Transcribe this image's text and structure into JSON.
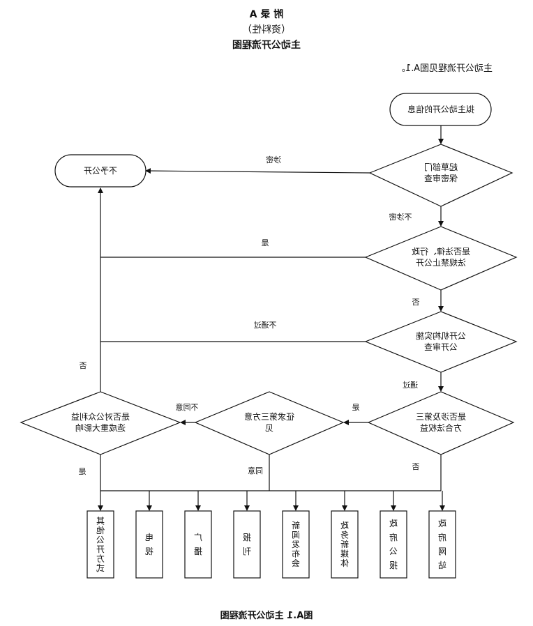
{
  "header": {
    "appendix": "附  录  A",
    "nature": "（资料性）",
    "title": "主动公开流程图"
  },
  "intro": "主动公开流程见图A.1。",
  "nodes": {
    "start": "拟主动公开的信息",
    "no_disclose": "不予公开",
    "confidentiality_review": [
      "起草部门",
      "保密审查"
    ],
    "law_check": [
      "是否法律、行政",
      "法规禁止公开"
    ],
    "implementer_review": [
      "公开机构实施",
      "公开审查"
    ],
    "third_party_check": [
      "是否涉及第三",
      "方合法权益"
    ],
    "seek_opinion": [
      "征求第三方意",
      "见"
    ],
    "public_impact": [
      "是否对公众利益",
      "造成重大影响"
    ]
  },
  "edges": {
    "secret": "涉密",
    "not_secret": "不涉密",
    "yes_law": "是",
    "no_law": "否",
    "not_passed": "不通过",
    "passed": "通过",
    "yes_third": "是",
    "no_third": "否",
    "disagree": "不同意",
    "agree": "同意",
    "no_impact": "否",
    "yes_impact": "是"
  },
  "channels": [
    "政府网站",
    "政府公报",
    "政务新媒体",
    "新闻发布会",
    "报刊",
    "广播",
    "电视",
    "其他公开方式"
  ],
  "caption": "图A.1  主动公开流程图"
}
